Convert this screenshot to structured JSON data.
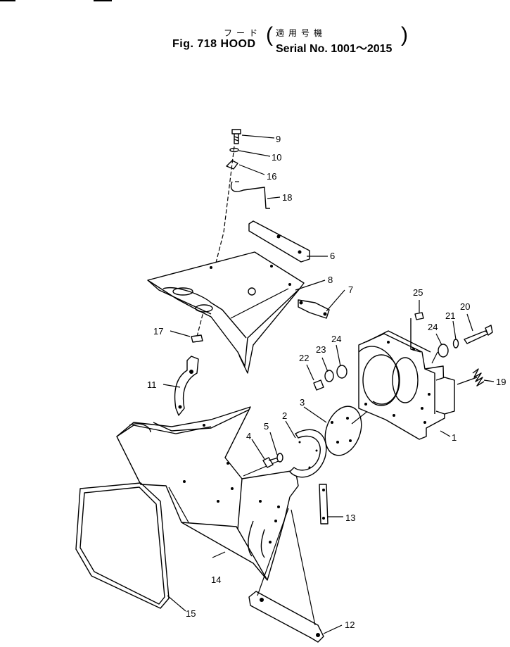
{
  "header": {
    "title_jp": "フード",
    "usage_jp": "適用号機",
    "title": "Fig. 718 HOOD",
    "serial": "Serial No. 1001～2015"
  },
  "callouts": [
    "1",
    "2",
    "3",
    "4",
    "5",
    "6",
    "7",
    "8",
    "9",
    "10",
    "11",
    "12",
    "13",
    "14",
    "15",
    "16",
    "17",
    "18",
    "19",
    "20",
    "21",
    "22",
    "23",
    "24",
    "24",
    "25"
  ]
}
